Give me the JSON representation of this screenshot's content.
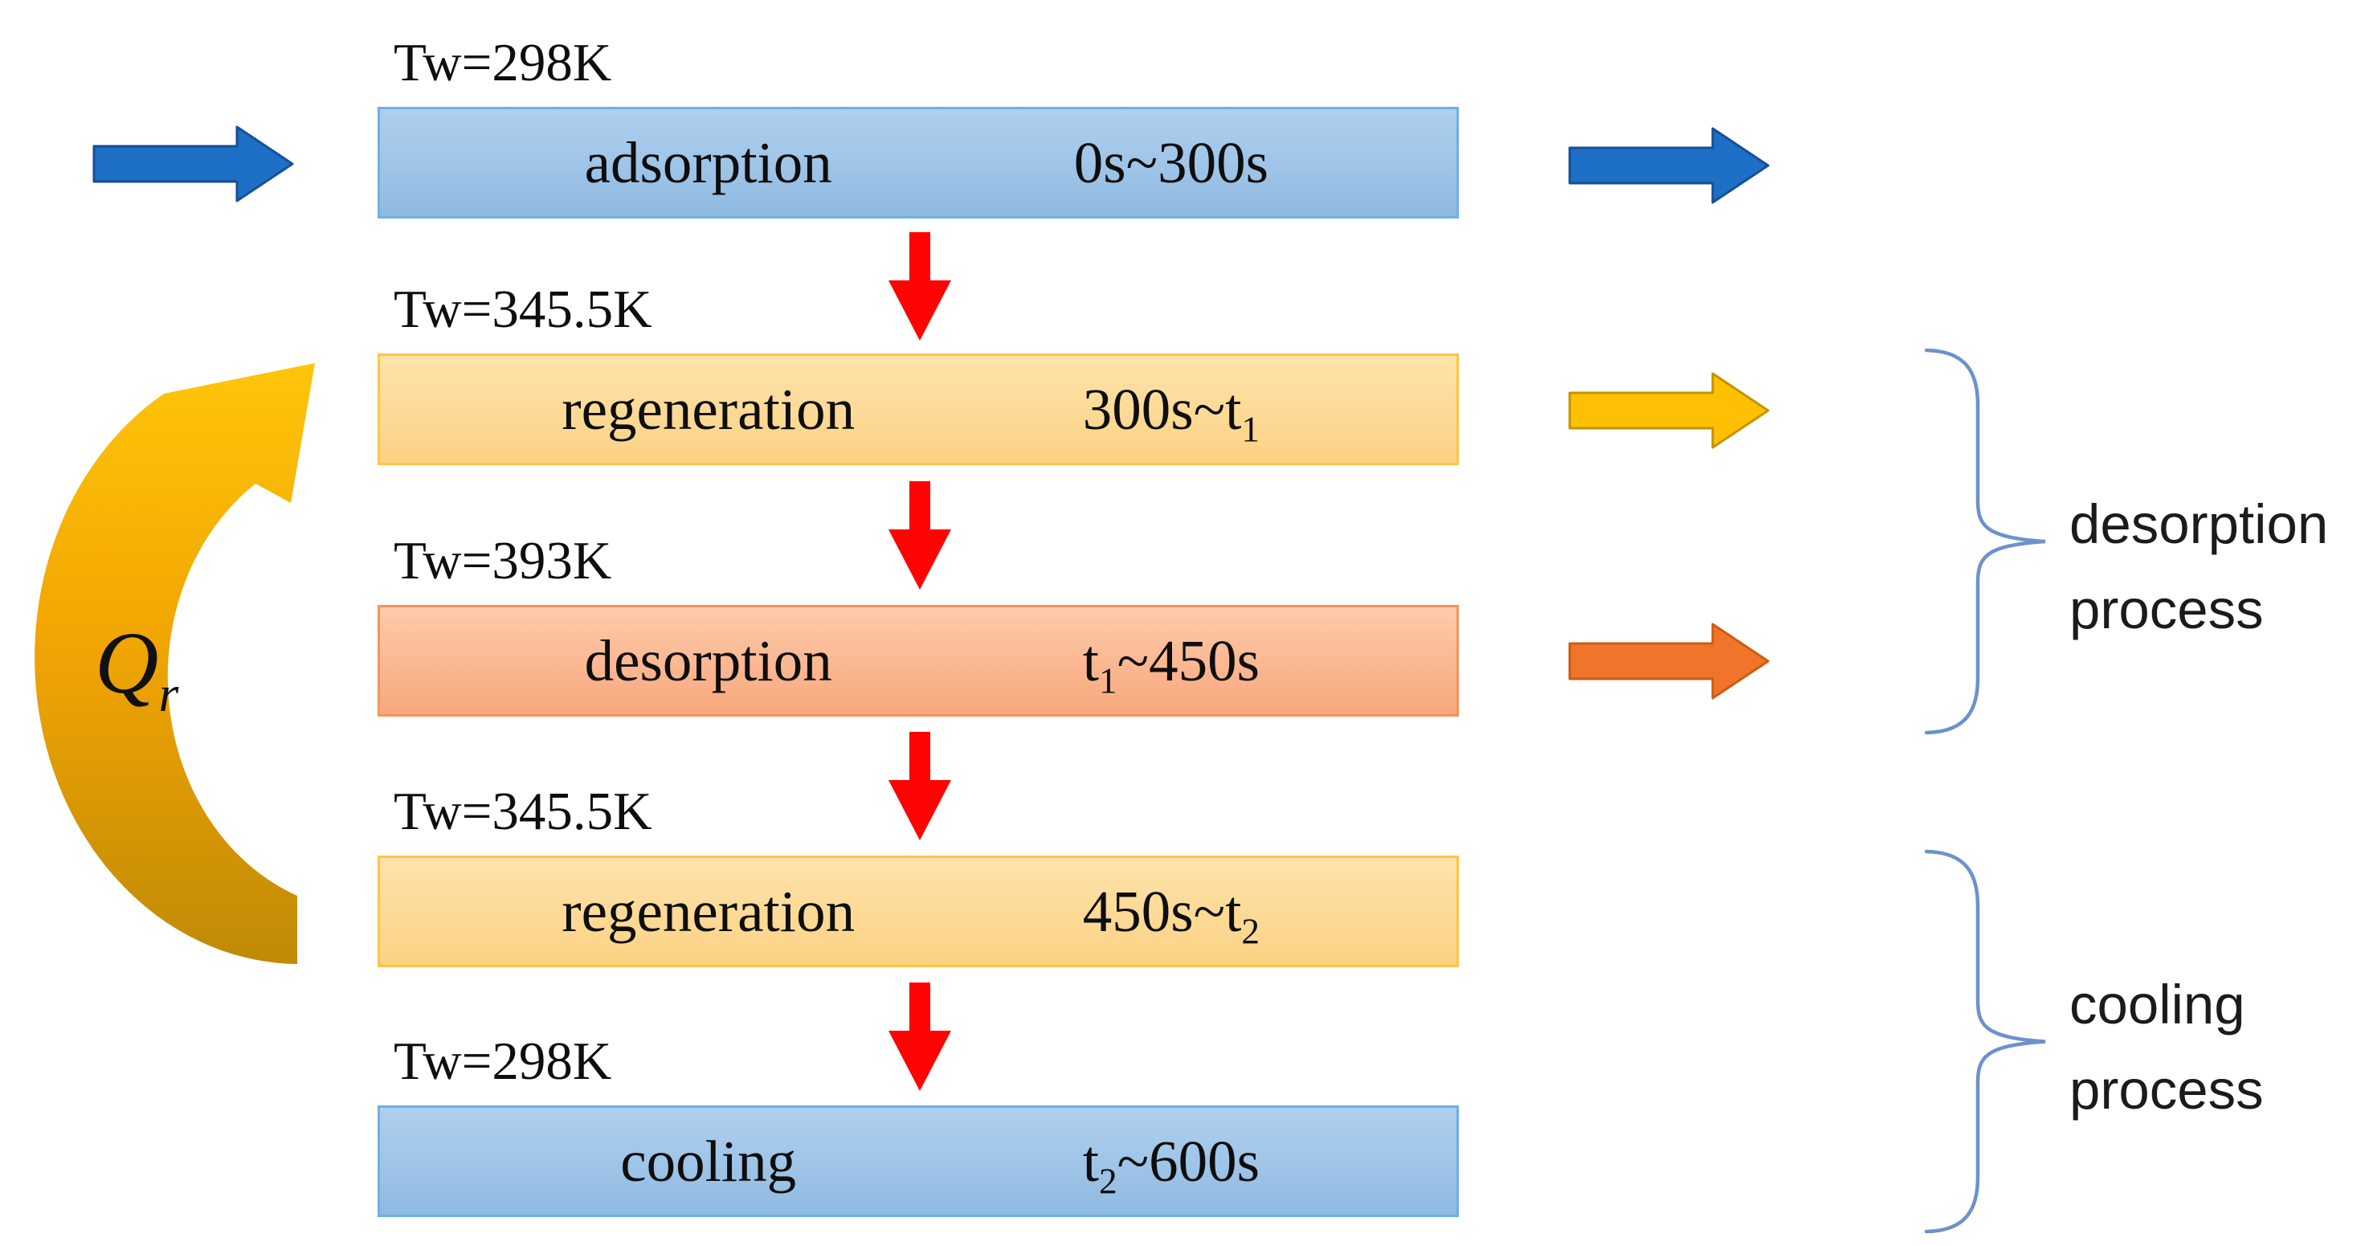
{
  "qr": {
    "base": "Q",
    "sub": "r"
  },
  "stages": [
    {
      "tw": "Tw=298K",
      "name": "adsorption",
      "time_pre": "0s~300s",
      "time_sub": "",
      "time_post": "",
      "style": "blue"
    },
    {
      "tw": "Tw=345.5K",
      "name": "regeneration",
      "time_pre": "300s~t",
      "time_sub": "1",
      "time_post": "",
      "style": "yellow"
    },
    {
      "tw": "Tw=393K",
      "name": "desorption",
      "time_pre": "t",
      "time_sub": "1",
      "time_post": "~450s",
      "style": "salmon"
    },
    {
      "tw": "Tw=345.5K",
      "name": "regeneration",
      "time_pre": "450s~t",
      "time_sub": "2",
      "time_post": "",
      "style": "yellow"
    },
    {
      "tw": "Tw=298K",
      "name": "cooling",
      "time_pre": "t",
      "time_sub": "2",
      "time_post": "~600s",
      "style": "blue"
    }
  ],
  "process_groups": [
    {
      "line1": "desorption",
      "line2": "process"
    },
    {
      "line1": "cooling",
      "line2": "process"
    }
  ],
  "icons": {
    "inlet_arrow": "right-block-arrow",
    "outlet_arrows": [
      "right-block-arrow-blue",
      "right-block-arrow-yellow",
      "right-block-arrow-orange"
    ],
    "step_arrow": "down-arrow",
    "recycle_arrow": "curved-counterclockwise-arrow",
    "group_marker": "curly-brace"
  },
  "colors": {
    "text": "#0e0e0e",
    "bar-blue-fill-top": "#AFD0EE",
    "bar-blue-fill-bottom": "#90BAE1",
    "bar-blue-border": "#6FAFE8",
    "bar-yellow-fill-top": "#FEE3AB",
    "bar-yellow-fill-bottom": "#FBD284",
    "bar-yellow-border": "#FFC440",
    "bar-salmon-fill-top": "#FDCBAB",
    "bar-salmon-fill-bottom": "#F9A77C",
    "bar-salmon-border": "#F5935D",
    "arrow-blue-fill": "#1E6FC6",
    "arrow-blue-border": "#174F97",
    "arrow-yellow-fill": "#FFC004",
    "arrow-yellow-border": "#C69200",
    "arrow-orange-fill": "#F0752B",
    "arrow-orange-border": "#CE5B12",
    "arrow-red": "#FE0302",
    "brace": "#6D92CB",
    "curve-top": "#FFC50A",
    "curve-mid": "#F2A603",
    "curve-bottom": "#C08A06"
  }
}
